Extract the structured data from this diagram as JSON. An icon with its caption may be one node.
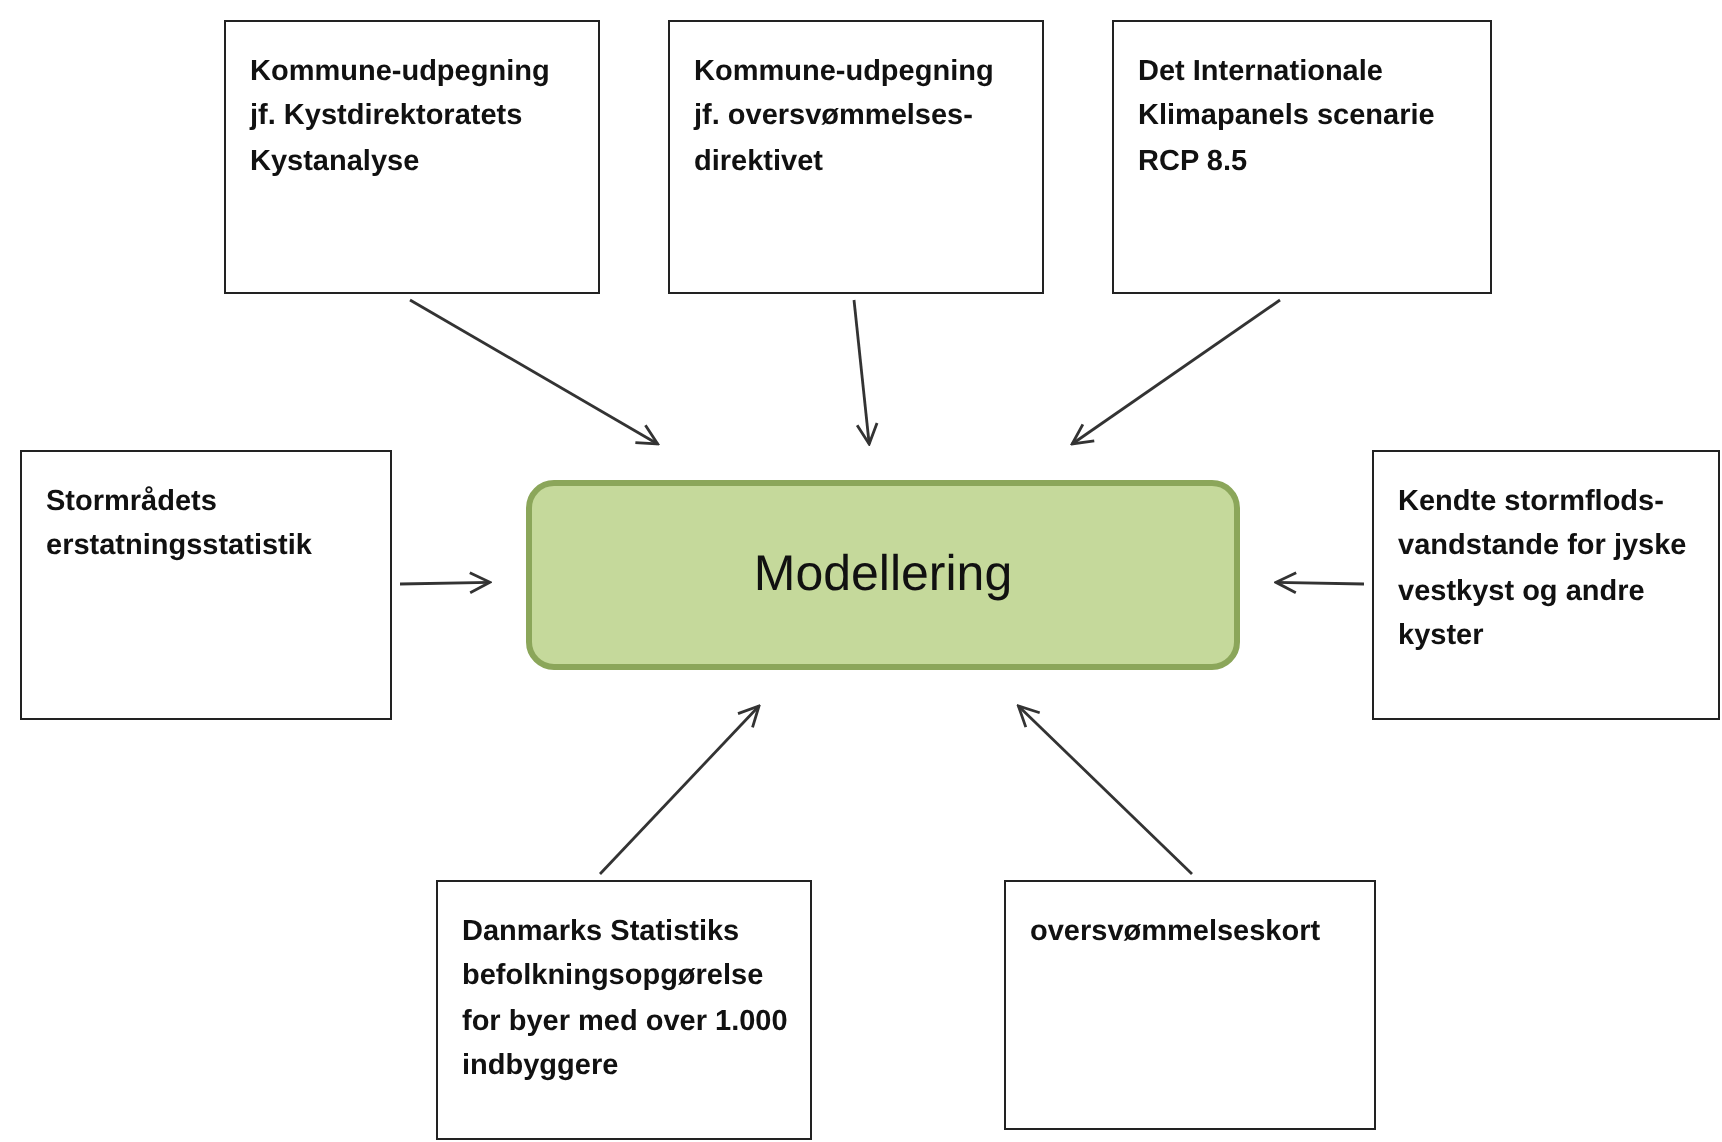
{
  "diagram": {
    "nodes": [
      {
        "text": [
          "Modellering"
        ]
      },
      {
        "text": [
          "Kommune-udpegning jf. Kystdirektoratets Kystanalyse"
        ]
      },
      {
        "text": [
          "Kommune-udpegning jf. oversvømmelses-direktivet"
        ]
      },
      {
        "text": [
          "Det Internationale Klimapanels scenarie RCP 8.5"
        ]
      },
      {
        "text": [
          "Stormrådets erstatningsstatistik"
        ]
      },
      {
        "text": [
          "Kendte stormflods-vandstande for jyske vestkyst og andre kyster"
        ]
      },
      {
        "text": [
          "Danmarks Statistiks befolkningsopgørelse for byer med over 1.000 indbyggere"
        ]
      },
      {
        "text": [
          "oversvømmelseskort"
        ]
      }
    ],
    "edges": [
      {
        "from": 1,
        "to": 0,
        "arrow": "to"
      },
      {
        "from": 2,
        "to": 0,
        "arrow": "to"
      },
      {
        "from": 3,
        "to": 0,
        "arrow": "to"
      },
      {
        "from": 4,
        "to": 0,
        "arrow": "to"
      },
      {
        "from": 5,
        "to": 0,
        "arrow": "to"
      },
      {
        "from": 6,
        "to": 0,
        "arrow": "to"
      },
      {
        "from": 7,
        "to": 0,
        "arrow": "to"
      }
    ]
  }
}
